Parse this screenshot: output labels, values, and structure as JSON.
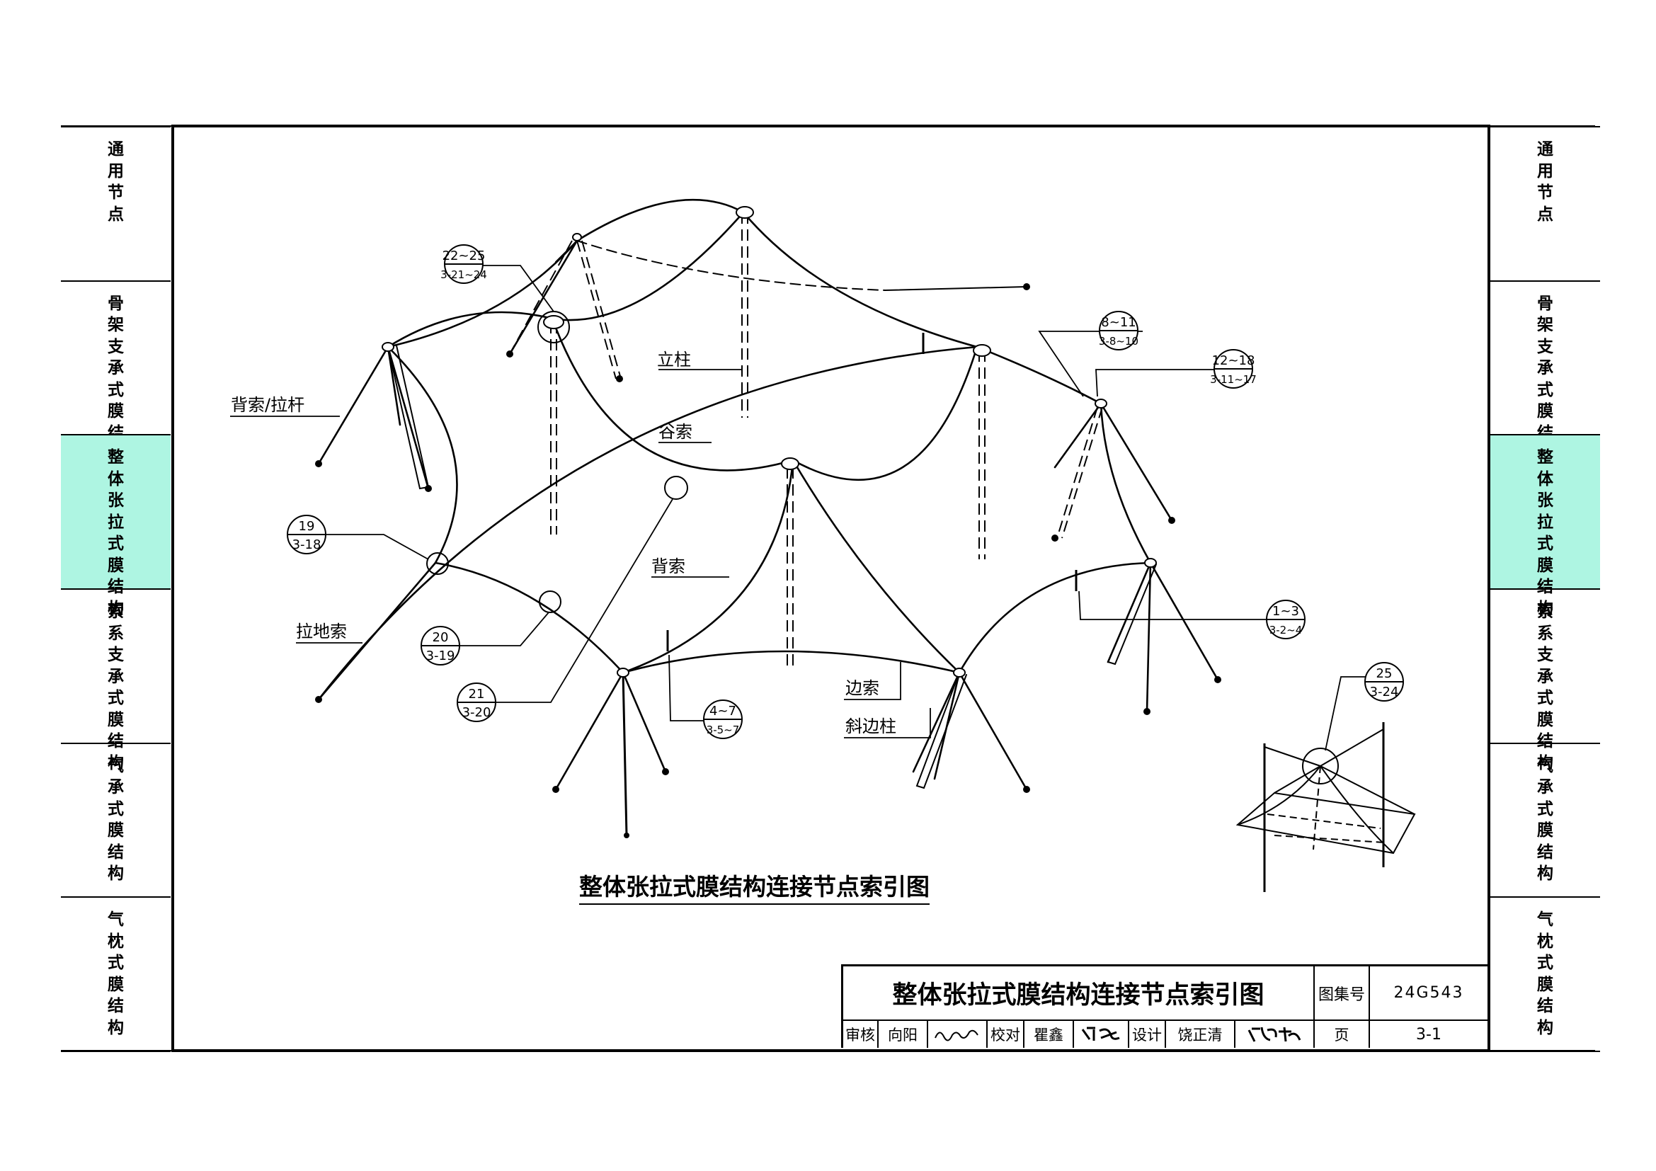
{
  "side_tabs": [
    {
      "label": "通用节点",
      "active": false
    },
    {
      "label": "骨架支承式膜结构",
      "active": false
    },
    {
      "label": "整体张拉式膜结构",
      "active": true
    },
    {
      "label": "索系支承式膜结构",
      "active": false
    },
    {
      "label": "气承式膜结构",
      "active": false
    },
    {
      "label": "气枕式膜结构",
      "active": false
    }
  ],
  "active_tab_color": "#aef5e2",
  "labels": {
    "column": "立柱",
    "back_cable_rod": "背索/拉杆",
    "valley_cable": "谷索",
    "ridge_cable": "背索",
    "ground_cable": "拉地索",
    "edge_cable": "边索",
    "inclined_edge_column": "斜边柱"
  },
  "index_marks": {
    "m22_25": {
      "top": "22~25",
      "bottom": "3-21~24"
    },
    "m8_11": {
      "top": "8~11",
      "bottom": "3-8~10"
    },
    "m12_18": {
      "top": "12~18",
      "bottom": "3-11~17"
    },
    "m19": {
      "top": "19",
      "bottom": "3-18"
    },
    "m20": {
      "top": "20",
      "bottom": "3-19"
    },
    "m21": {
      "top": "21",
      "bottom": "3-20"
    },
    "m1_3": {
      "top": "1~3",
      "bottom": "3-2~4"
    },
    "m4_7": {
      "top": "4~7",
      "bottom": "3-5~7"
    },
    "m25": {
      "top": "25",
      "bottom": "3-24"
    }
  },
  "caption": "整体张拉式膜结构连接节点索引图",
  "title_block": {
    "title": "整体张拉式膜结构连接节点索引图",
    "atlas_label": "图集号",
    "atlas_no": "24G543",
    "page_label": "页",
    "page_no": "3-1",
    "review_label": "审核",
    "reviewer": "向阳",
    "check_label": "校对",
    "checker": "瞿鑫",
    "design_label": "设计",
    "designer": "饶正清"
  }
}
